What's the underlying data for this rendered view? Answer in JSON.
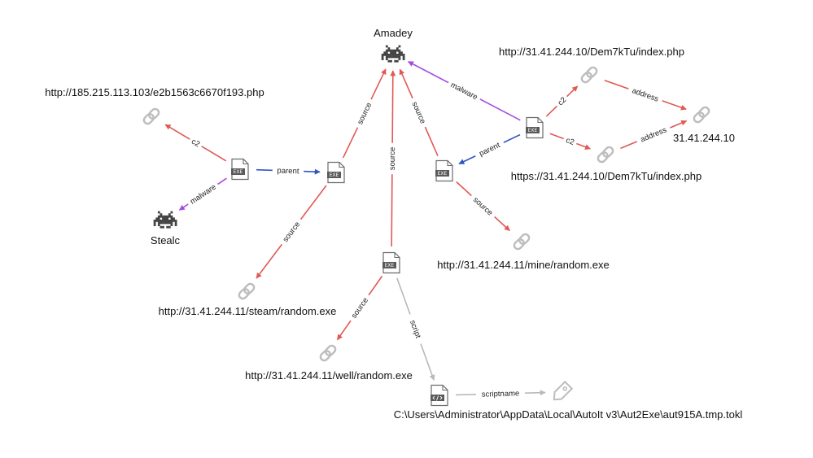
{
  "graph": {
    "nodes": [
      {
        "id": "amadey",
        "kind": "malware",
        "label": "Amadey"
      },
      {
        "id": "stealc",
        "kind": "malware",
        "label": "Stealc"
      },
      {
        "id": "url_e2b",
        "kind": "url",
        "label": "http://185.215.113.103/e2b1563c6670f193.php"
      },
      {
        "id": "url_index_http",
        "kind": "url",
        "label": "http://31.41.244.10/Dem7kTu/index.php"
      },
      {
        "id": "url_index_https",
        "kind": "url",
        "label": "https://31.41.244.10/Dem7kTu/index.php"
      },
      {
        "id": "ip",
        "kind": "url",
        "label": "31.41.244.10"
      },
      {
        "id": "url_mine",
        "kind": "url",
        "label": "http://31.41.244.11/mine/random.exe"
      },
      {
        "id": "url_steam",
        "kind": "url",
        "label": "http://31.41.244.11/steam/random.exe"
      },
      {
        "id": "url_well",
        "kind": "url",
        "label": "http://31.41.244.11/well/random.exe"
      },
      {
        "id": "script_file",
        "kind": "script",
        "label": ""
      },
      {
        "id": "tag",
        "kind": "tag",
        "label": "C:\\Users\\Administrator\\AppData\\Local\\AutoIt v3\\Aut2Exe\\aut915A.tmp.tokl"
      },
      {
        "id": "exe_left",
        "kind": "exe",
        "label": ""
      },
      {
        "id": "exe_mid",
        "kind": "exe",
        "label": ""
      },
      {
        "id": "exe_center",
        "kind": "exe",
        "label": ""
      },
      {
        "id": "exe_right",
        "kind": "exe",
        "label": ""
      },
      {
        "id": "exe_far",
        "kind": "exe",
        "label": ""
      }
    ],
    "edges": [
      {
        "from": "exe_left",
        "to": "url_e2b",
        "label": "c2",
        "kind": "red"
      },
      {
        "from": "exe_left",
        "to": "stealc",
        "label": "malware",
        "kind": "purple"
      },
      {
        "from": "exe_left",
        "to": "exe_mid",
        "label": "parent",
        "kind": "blue"
      },
      {
        "from": "exe_mid",
        "to": "amadey",
        "label": "source",
        "kind": "red"
      },
      {
        "from": "exe_mid",
        "to": "url_steam",
        "label": "source",
        "kind": "red"
      },
      {
        "from": "exe_center",
        "to": "amadey",
        "label": "source",
        "kind": "red"
      },
      {
        "from": "exe_center",
        "to": "url_well",
        "label": "source",
        "kind": "red"
      },
      {
        "from": "exe_center",
        "to": "script_file",
        "label": "script",
        "kind": "gray"
      },
      {
        "from": "script_file",
        "to": "tag",
        "label": "scriptname",
        "kind": "gray"
      },
      {
        "from": "exe_right",
        "to": "amadey",
        "label": "source",
        "kind": "red"
      },
      {
        "from": "exe_right",
        "to": "url_mine",
        "label": "source",
        "kind": "red"
      },
      {
        "from": "exe_far",
        "to": "amadey",
        "label": "malware",
        "kind": "purple"
      },
      {
        "from": "exe_far",
        "to": "exe_right",
        "label": "parent",
        "kind": "blue"
      },
      {
        "from": "exe_far",
        "to": "url_index_http",
        "label": "c2",
        "kind": "red"
      },
      {
        "from": "exe_far",
        "to": "url_index_https",
        "label": "c2",
        "kind": "red"
      },
      {
        "from": "url_index_http",
        "to": "ip",
        "label": "address",
        "kind": "red"
      },
      {
        "from": "url_index_https",
        "to": "ip",
        "label": "address",
        "kind": "red"
      }
    ],
    "colors": {
      "red": "#e05a55",
      "purple": "#a24ee0",
      "blue": "#2f55c4",
      "gray": "#b9b9b9",
      "icon_dark": "#444444",
      "icon_light": "#bdbdbd",
      "text": "#111111"
    },
    "icon_names": {
      "malware": "space-invader-icon",
      "url": "chain-link-icon",
      "exe": "exe-file-icon",
      "script": "code-file-icon",
      "tag": "tag-icon"
    }
  }
}
